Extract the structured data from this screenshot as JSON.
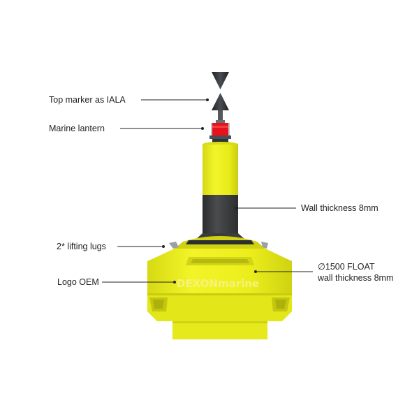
{
  "labels": {
    "top_marker": "Top marker as IALA",
    "lantern": "Marine lantern",
    "wall": "Wall thickness 8mm",
    "lugs": "2* lifting lugs",
    "logo": "Logo OEM",
    "float_line1": "∅1500 FLOAT",
    "float_line2": "wall thickness 8mm"
  },
  "logo_text": "DEXONmarine",
  "colors": {
    "buoy_yellow": "#e9ec17",
    "buoy_shadow": "#c9cc10",
    "band_dark": "#3b3d3f",
    "lantern_red": "#e8121c",
    "marker_dark": "#2e3236",
    "leader_line": "#222222"
  }
}
